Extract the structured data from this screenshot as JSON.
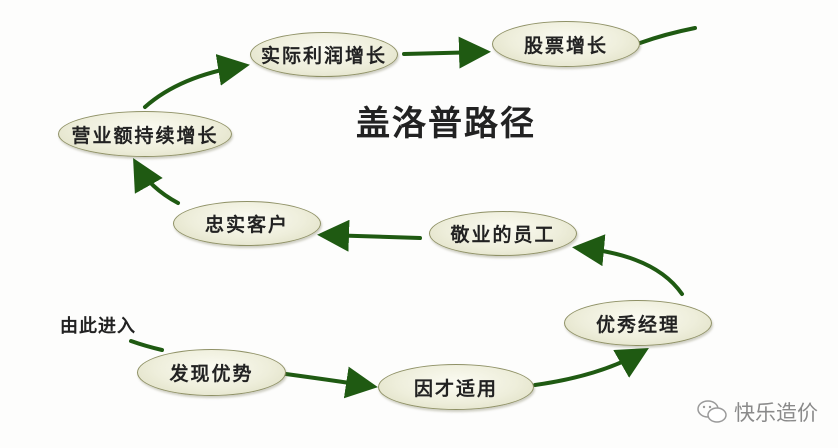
{
  "diagram": {
    "title": "盖洛普路径",
    "entry_label": "由此进入",
    "nodes": [
      {
        "id": "discover",
        "label": "发现优势"
      },
      {
        "id": "fit",
        "label": "因才适用"
      },
      {
        "id": "manager",
        "label": "优秀经理"
      },
      {
        "id": "employee",
        "label": "敬业的员工"
      },
      {
        "id": "customer",
        "label": "忠实客户"
      },
      {
        "id": "revenue",
        "label": "营业额持续增长"
      },
      {
        "id": "profit",
        "label": "实际利润增长"
      },
      {
        "id": "stock",
        "label": "股票增长"
      }
    ],
    "edges": [
      {
        "from": "entry",
        "to": "discover"
      },
      {
        "from": "discover",
        "to": "fit"
      },
      {
        "from": "fit",
        "to": "manager"
      },
      {
        "from": "manager",
        "to": "employee"
      },
      {
        "from": "employee",
        "to": "customer"
      },
      {
        "from": "customer",
        "to": "revenue"
      },
      {
        "from": "revenue",
        "to": "profit"
      },
      {
        "from": "profit",
        "to": "stock"
      },
      {
        "from": "stock",
        "to": "continue"
      }
    ],
    "colors": {
      "arrow": "#1f5a12",
      "node_fill": "#eeeedb",
      "node_border": "#8f9166",
      "text": "#222222"
    }
  },
  "watermark": {
    "icon": "wechat-icon",
    "text": "快乐造价"
  }
}
